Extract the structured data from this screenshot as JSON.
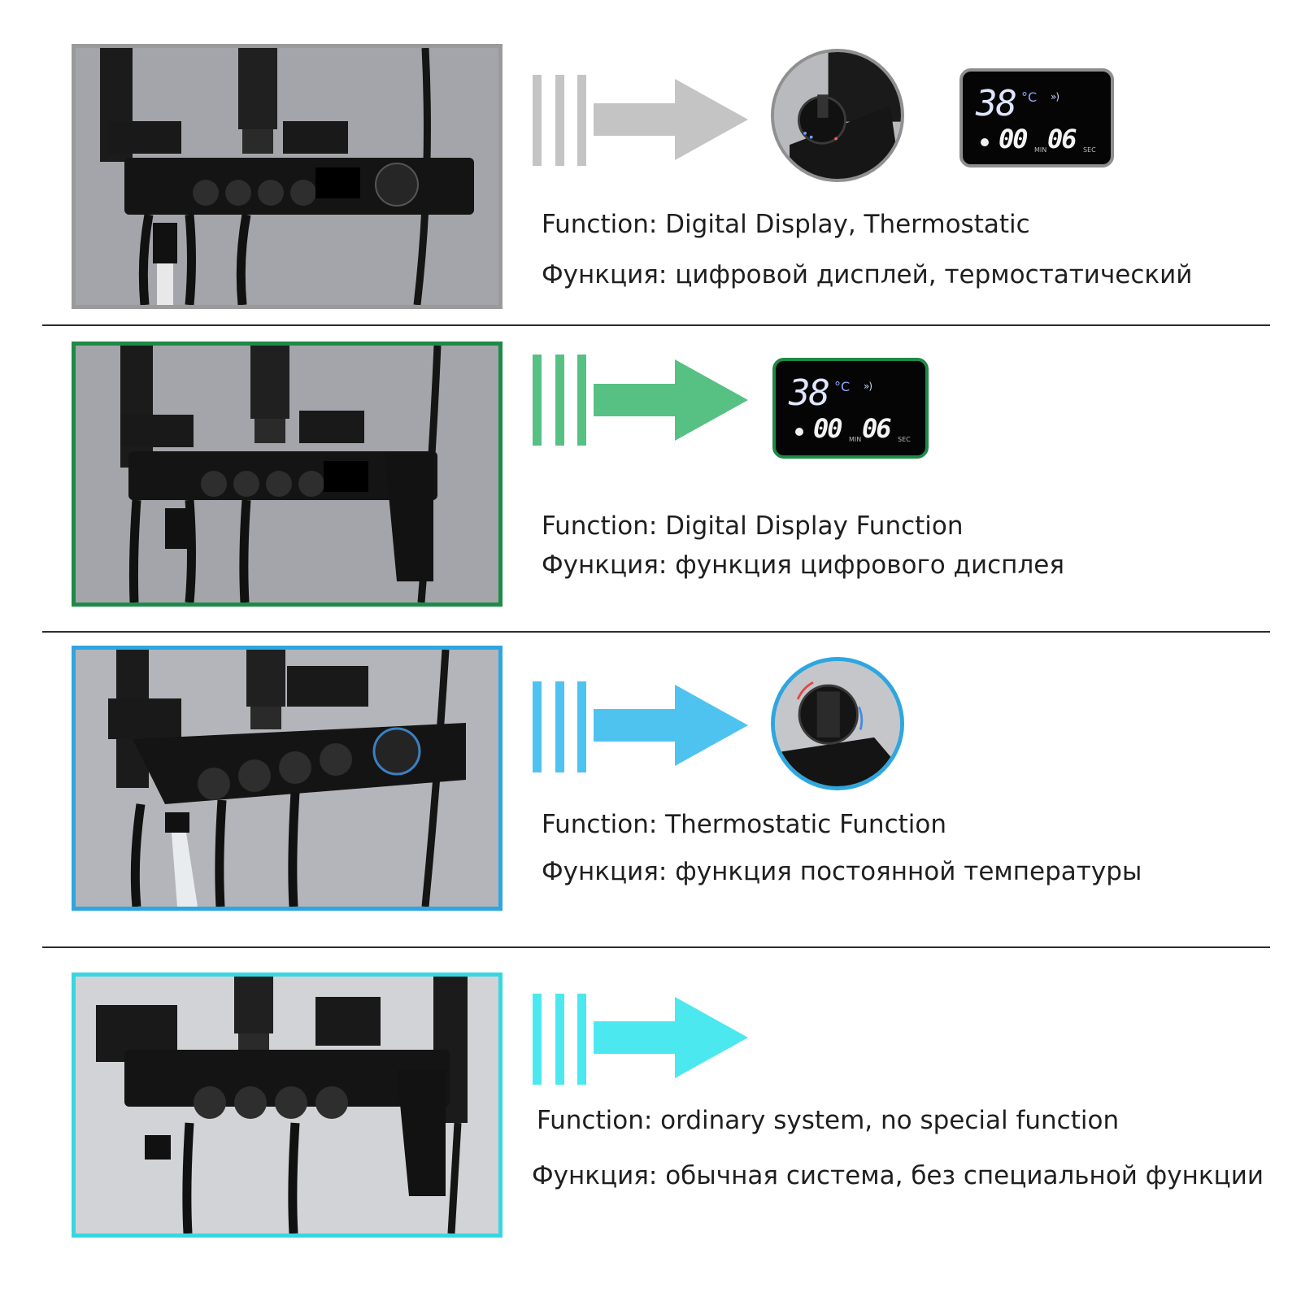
{
  "rows": [
    {
      "accent": "#9a9a9a",
      "arrow_color": "#c4c4c4",
      "label_en": "Function: Digital Display, Thermostatic",
      "label_ru": "Функция: цифровой дисплей, термостатический",
      "display": {
        "temperature": "38",
        "unit": "°C",
        "waves": "»)",
        "timer": "00",
        "timer_min_label": "MIN",
        "timer_sec": "06",
        "timer_sec_label": "SEC"
      },
      "detail_icon": "thermostat-knob-icon"
    },
    {
      "accent": "#1e8a47",
      "arrow_color": "#56c183",
      "label_en": "Function: Digital Display Function",
      "label_ru": "Функция: функция цифрового дисплея",
      "display": {
        "temperature": "38",
        "unit": "°C",
        "waves": "»)",
        "timer": "00",
        "timer_min_label": "MIN",
        "timer_sec": "06",
        "timer_sec_label": "SEC"
      }
    },
    {
      "accent": "#2ea6e0",
      "arrow_color": "#4fc3f0",
      "label_en": "Function: Thermostatic Function",
      "label_ru": "Функция: функция постоянной температуры",
      "detail_icon": "thermostat-knob-icon"
    },
    {
      "accent": "#38d6e0",
      "arrow_color": "#4ce8ef",
      "label_en": "Function: ordinary system, no special function",
      "label_ru": "Функция: обычная система, без специальной функции"
    }
  ]
}
